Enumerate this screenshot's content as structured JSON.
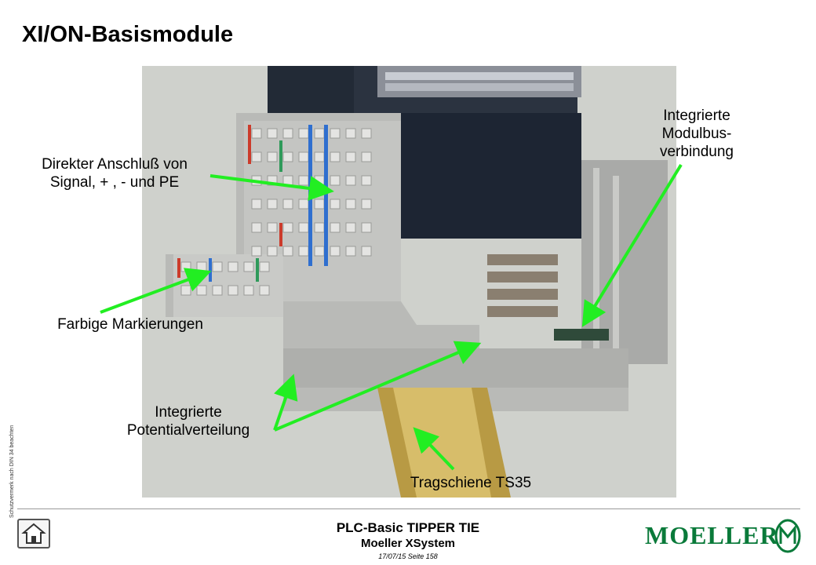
{
  "page": {
    "title": "XI/ON-Basismodule",
    "side_note": "Schutzvermerk nach DIN 34 beachten"
  },
  "labels": {
    "direkter_line1": "Direkter Anschluß von",
    "direkter_line2": "Signal, + , -  und PE",
    "farbige": "Farbige Markierungen",
    "potential_line1": "Integrierte",
    "potential_line2": "Potentialverteilung",
    "modulbus_line1": "Integrierte",
    "modulbus_line2": "Modulbus-",
    "modulbus_line3": "verbindung",
    "tragschiene": "Tragschiene TS35"
  },
  "footer": {
    "title": "PLC-Basic TIPPER TIE",
    "subtitle": "Moeller XSystem",
    "date_page": "17/07/15 Seite 158",
    "logo_text": "MOELLER"
  },
  "colors": {
    "arrow": "#22ee22",
    "logo": "#0a7a3a"
  },
  "icons": [
    "home-icon",
    "moeller-logo-icon"
  ]
}
